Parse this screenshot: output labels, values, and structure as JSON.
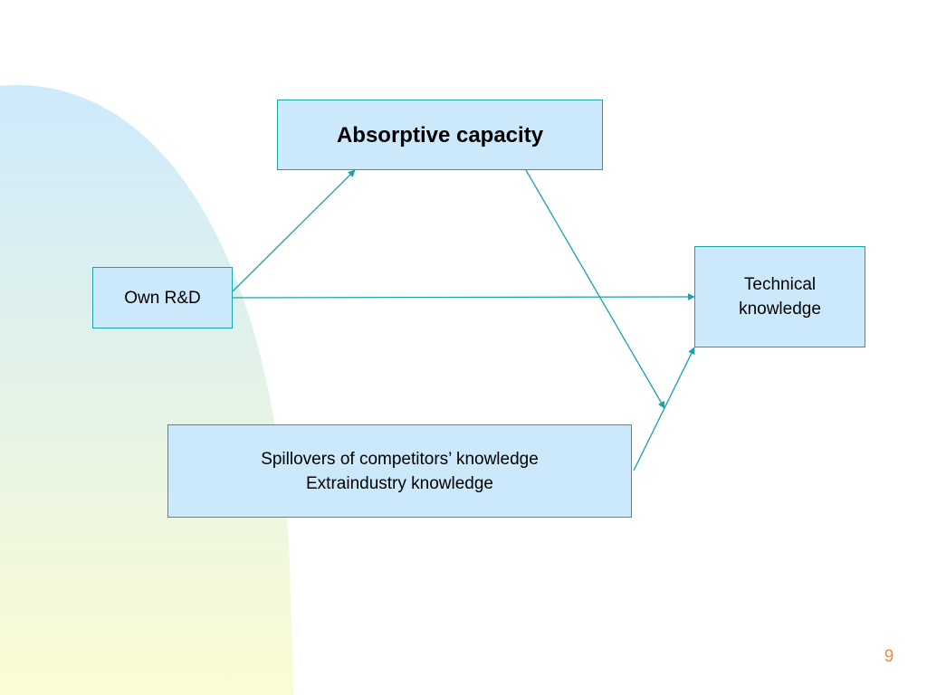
{
  "diagram": {
    "nodes": {
      "absorptive_capacity": {
        "label": "Absorptive capacity"
      },
      "own_rd": {
        "label": "Own R&D"
      },
      "technical_knowledge": {
        "lines": [
          "Technical",
          "knowledge"
        ]
      },
      "spillovers": {
        "lines": [
          "Spillovers of competitors’ knowledge",
          "Extraindustry knowledge"
        ]
      }
    },
    "edges": [
      {
        "from": "own_rd",
        "to": "absorptive_capacity"
      },
      {
        "from": "own_rd",
        "to": "technical_knowledge"
      },
      {
        "from": "absorptive_capacity",
        "to": "spillovers_to_technical_link"
      },
      {
        "from": "spillovers",
        "to": "technical_knowledge"
      }
    ]
  },
  "page_number": "9",
  "colors": {
    "box_fill": "#cce9fb",
    "box_border": "#1aa3a8",
    "arrow": "#1aa3a8",
    "page_number": "#f0884a",
    "background_shape_top": "#cdeafc",
    "background_shape_bottom": "#fbfcd3"
  }
}
